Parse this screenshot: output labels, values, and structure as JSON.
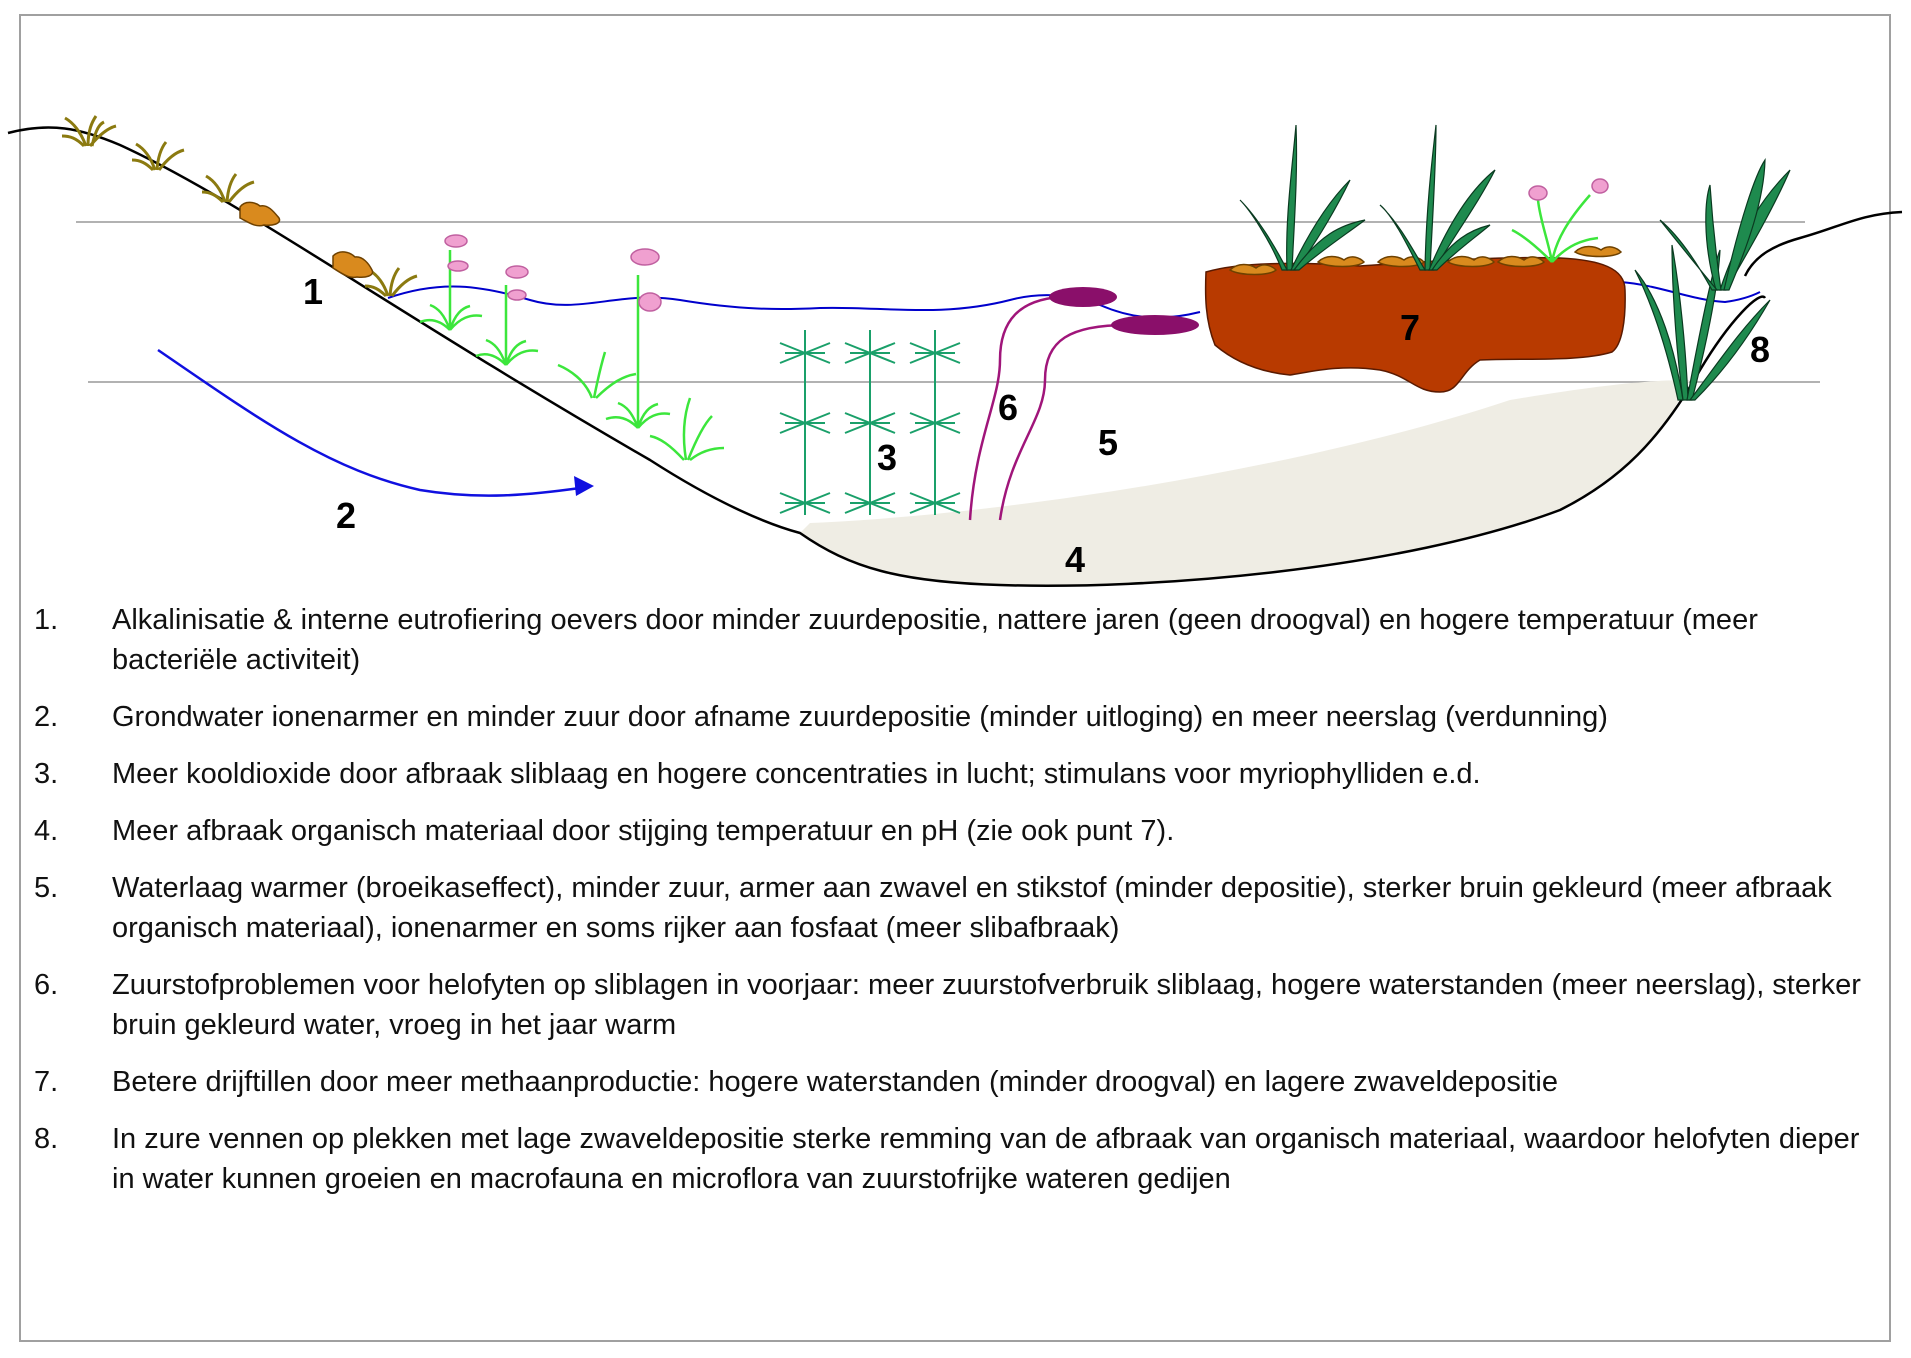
{
  "diagram": {
    "labels": [
      "1",
      "2",
      "3",
      "4",
      "5",
      "6",
      "7",
      "8"
    ],
    "colors": {
      "ground_line": "#000000",
      "water_line": "#0000cc",
      "arrow": "#1010e0",
      "sediment": "#efede4",
      "floating_mat": "#b83a00",
      "dry_grass": "#8b7a10",
      "peat_clump": "#d98a1e",
      "helophyte": "#1e8a4e",
      "submerged_plant": "#3ce63c",
      "myriophyllum": "#1aa06a",
      "flower": "#f0a0d0",
      "lily_stem": "#a0157a",
      "lily_pad": "#8a0f6a",
      "reference_line": "#999999"
    },
    "icons": [
      "dry-grass-icon",
      "peat-clump-icon",
      "submerged-plant-icon",
      "myriophyllum-icon",
      "lily-icon",
      "helophyte-icon",
      "flowering-plant-icon",
      "floating-mat-icon"
    ]
  },
  "legend": [
    {
      "number": "1.",
      "text": "Alkalinisatie & interne eutrofiering oevers door minder zuurdepositie, nattere jaren  (geen droogval) en  hogere temperatuur (meer bacteriële activiteit)"
    },
    {
      "number": "2.",
      "text": "Grondwater ionenarmer en minder zuur door afname zuurdepositie (minder uitloging) en meer neerslag (verdunning)"
    },
    {
      "number": "3.",
      "text": "Meer kooldioxide door afbraak sliblaag en hogere concentraties in lucht; stimulans voor myriophylliden e.d."
    },
    {
      "number": "4.",
      "text": "Meer afbraak organisch materiaal door stijging temperatuur en pH (zie ook punt 7)."
    },
    {
      "number": "5.",
      "text": "Waterlaag warmer (broeikaseffect), minder zuur, armer aan zwavel en stikstof (minder depositie), sterker bruin gekleurd (meer afbraak organisch materiaal), ionenarmer en soms rijker aan fosfaat (meer slibafbraak)"
    },
    {
      "number": "6.",
      "text": "Zuurstofproblemen voor helofyten op sliblagen in voorjaar: meer zuurstofverbruik sliblaag, hogere waterstanden (meer neerslag), sterker bruin gekleurd water, vroeg in het jaar warm"
    },
    {
      "number": "7.",
      "text": "Betere drijftillen door meer methaanproductie: hogere waterstanden (minder droogval) en lagere zwaveldepositie"
    },
    {
      "number": "8.",
      "text": "In zure vennen op plekken met lage zwaveldepositie sterke remming van de afbraak van organisch materiaal, waardoor helofyten dieper in water kunnen groeien en macrofauna en microflora van zuurstofrijke wateren gedijen"
    }
  ]
}
